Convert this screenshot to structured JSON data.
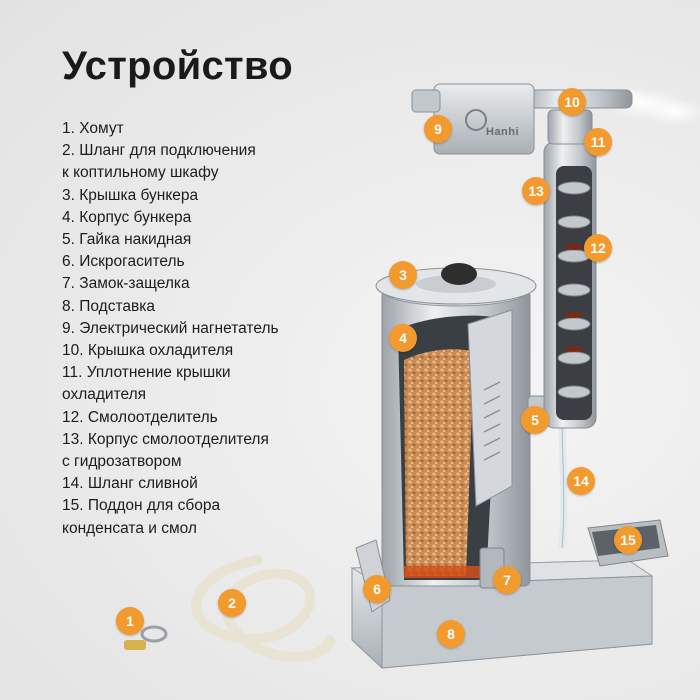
{
  "title": "Устройство",
  "brand_text": "Hanhi",
  "parts": [
    "1. Хомут",
    "2. Шланг для подключения\nк коптильному шкафу",
    "3. Крышка бункера",
    "4. Корпус бункера",
    "5. Гайка накидная",
    "6. Искрогаситель",
    "7. Замок-защелка",
    "8. Подставка",
    "9. Электрический нагнетатель",
    "10. Крышка охладителя",
    "11. Уплотнение крышки\nохладителя",
    "12. Смолоотделитель",
    "13. Корпус смолоотделителя\nс гидрозатвором",
    "14. Шланг сливной",
    "15. Поддон для сбора\nконденсата и смол"
  ],
  "callouts": [
    "1",
    "2",
    "3",
    "4",
    "5",
    "6",
    "7",
    "8",
    "9",
    "10",
    "11",
    "12",
    "13",
    "14",
    "15"
  ],
  "colors": {
    "badge": "#f39a2f",
    "steel": "#c8ccd0",
    "chips": "#c98b52"
  }
}
